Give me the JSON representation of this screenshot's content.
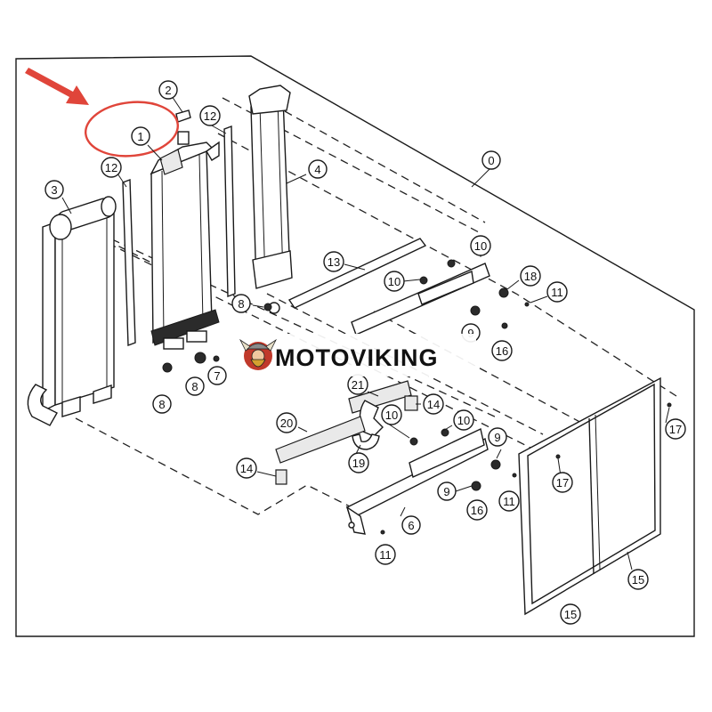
{
  "diagram": {
    "callouts": [
      {
        "id": "c0",
        "label": "0"
      },
      {
        "id": "c1",
        "label": "1"
      },
      {
        "id": "c2",
        "label": "2"
      },
      {
        "id": "c3",
        "label": "3"
      },
      {
        "id": "c4",
        "label": "4"
      },
      {
        "id": "c6",
        "label": "6"
      },
      {
        "id": "c7",
        "label": "7"
      },
      {
        "id": "c8a",
        "label": "8"
      },
      {
        "id": "c8b",
        "label": "8"
      },
      {
        "id": "c8c",
        "label": "8"
      },
      {
        "id": "c9a",
        "label": "9"
      },
      {
        "id": "c9b",
        "label": "9"
      },
      {
        "id": "c9c",
        "label": "9"
      },
      {
        "id": "c10a",
        "label": "10"
      },
      {
        "id": "c10b",
        "label": "10"
      },
      {
        "id": "c10c",
        "label": "10"
      },
      {
        "id": "c10d",
        "label": "10"
      },
      {
        "id": "c11a",
        "label": "11"
      },
      {
        "id": "c11b",
        "label": "11"
      },
      {
        "id": "c11c",
        "label": "11"
      },
      {
        "id": "c12a",
        "label": "12"
      },
      {
        "id": "c12b",
        "label": "12"
      },
      {
        "id": "c13",
        "label": "13"
      },
      {
        "id": "c14a",
        "label": "14"
      },
      {
        "id": "c14b",
        "label": "14"
      },
      {
        "id": "c15a",
        "label": "15"
      },
      {
        "id": "c15b",
        "label": "15"
      },
      {
        "id": "c16a",
        "label": "16"
      },
      {
        "id": "c16b",
        "label": "16"
      },
      {
        "id": "c17a",
        "label": "17"
      },
      {
        "id": "c17b",
        "label": "17"
      },
      {
        "id": "c18",
        "label": "18"
      },
      {
        "id": "c19",
        "label": "19"
      },
      {
        "id": "c20",
        "label": "20"
      },
      {
        "id": "c21",
        "label": "21"
      }
    ],
    "highlight_color": "#e0453a"
  },
  "watermark": {
    "text": "MOTOVIKING"
  }
}
